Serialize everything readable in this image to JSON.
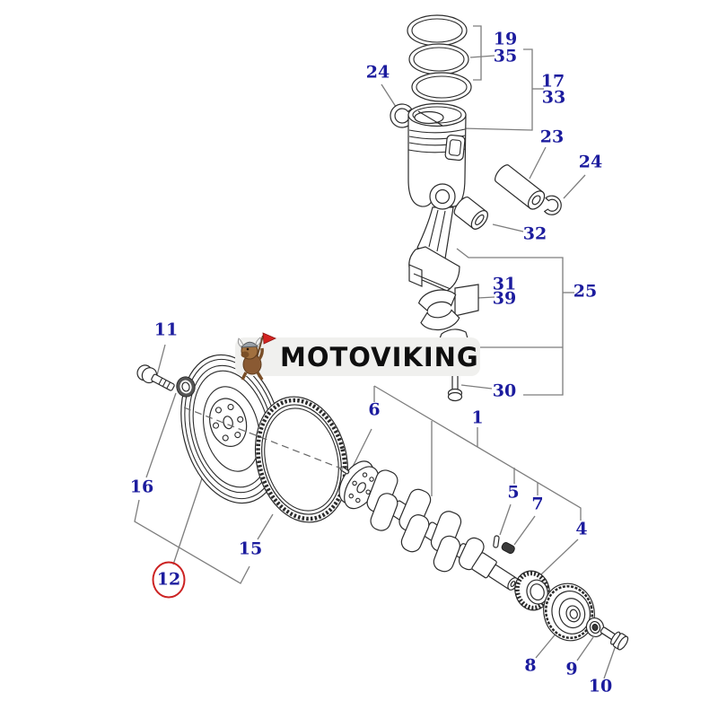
{
  "page": {
    "background": "#ffffff",
    "type": "engine-parts-exploded-diagram"
  },
  "brand": {
    "logo_text": "MOTOVIKING",
    "mascot_icon": "viking-dog-mascot"
  },
  "colors": {
    "label": "#1c1c9e",
    "leader": "#7d7d7d",
    "part_outline": "#2b2b2b",
    "highlight_circle": "#cc2222",
    "logo_bg": "#f0f0ee",
    "logo_text": "#0f0f0f"
  },
  "highlight": {
    "circled_callout": "12"
  },
  "callouts": {
    "c19": "19",
    "c35": "35",
    "c17": "17",
    "c33": "33",
    "c24_left": "24",
    "c23": "23",
    "c24_right": "24",
    "c32": "32",
    "c31": "31",
    "c39": "39",
    "c25": "25",
    "c30": "30",
    "c11": "11",
    "c16": "16",
    "c12": "12",
    "c15": "15",
    "c6": "6",
    "c1": "1",
    "c5": "5",
    "c7": "7",
    "c4": "4",
    "c8": "8",
    "c9": "9",
    "c10": "10"
  }
}
